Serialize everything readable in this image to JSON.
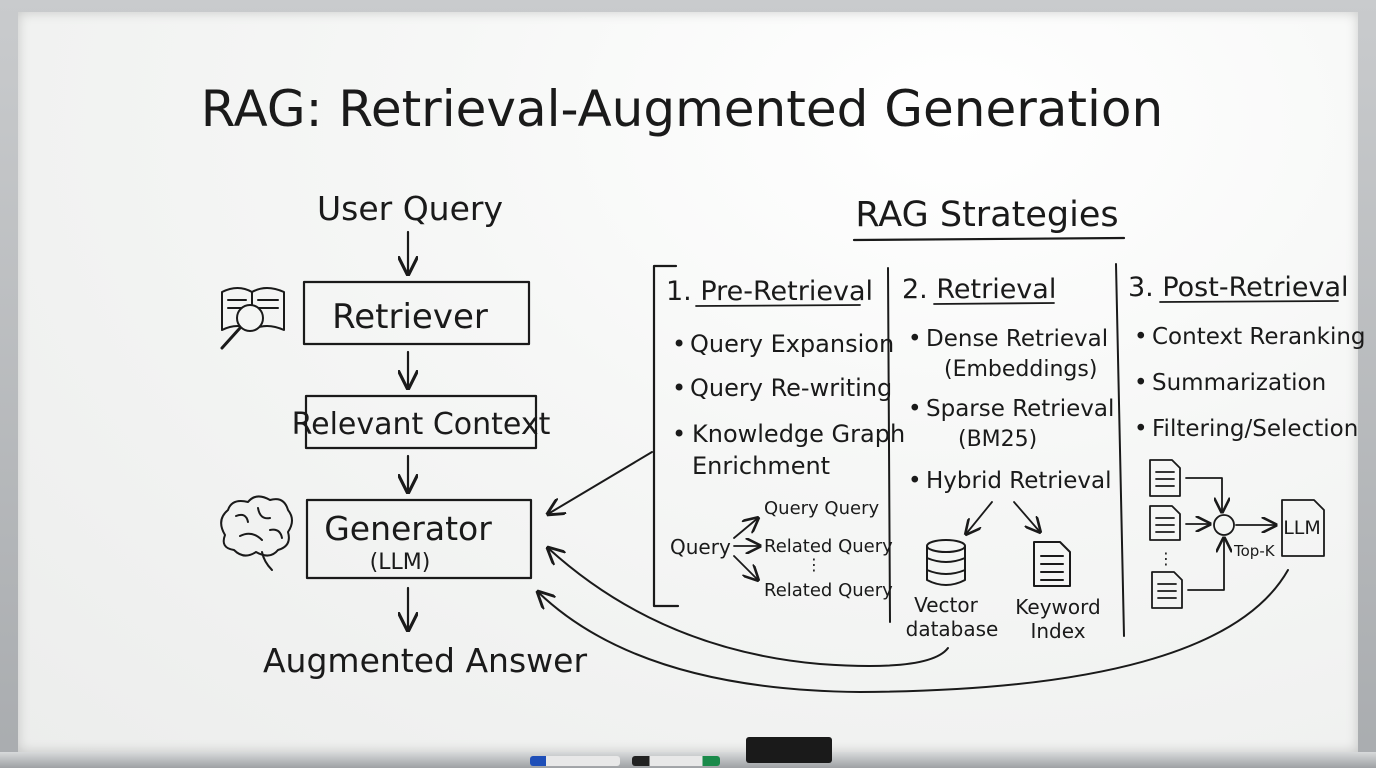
{
  "title": "RAG: Retrieval-Augmented Generation",
  "pipeline": {
    "user_query": "User Query",
    "retriever": "Retriever",
    "relevant_context": "Relevant Context",
    "generator": "Generator",
    "generator_sub": "(LLM)",
    "augmented_answer": "Augmented Answer"
  },
  "strategies": {
    "heading": "RAG Strategies",
    "pre_retrieval": {
      "title": "1. Pre-Retrieval",
      "bullets": [
        "Query Expansion",
        "Query Re-writing",
        "Knowledge Graph",
        "Enrichment"
      ],
      "expansion": {
        "source": "Query",
        "outputs": [
          "Query Query",
          "Related Query",
          "Related Query"
        ]
      }
    },
    "retrieval": {
      "title": "2. Retrieval",
      "bullets": [
        "Dense Retrieval",
        "(Embeddings)",
        "Sparse Retrieval",
        "(BM25)",
        "Hybrid Retrieval"
      ],
      "vector_db": [
        "Vector",
        "database"
      ],
      "keyword_index": [
        "Keyword",
        "Index"
      ]
    },
    "post_retrieval": {
      "title": "3. Post-Retrieval",
      "bullets": [
        "Context Reranking",
        "Summarization",
        "Filtering/Selection"
      ],
      "llm_label": "LLM",
      "topk_label": "Top-K"
    }
  },
  "colors": {
    "ink": "#1a1a1a",
    "marker_blue": "#1f4fb8",
    "marker_black": "#222222",
    "marker_green": "#1a8a4a"
  }
}
